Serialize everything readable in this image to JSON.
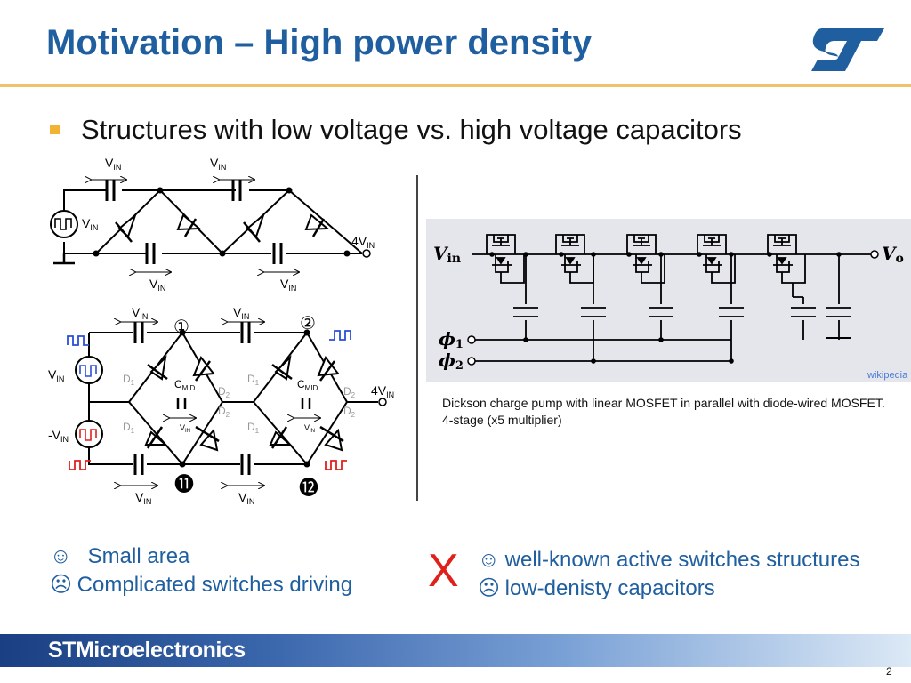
{
  "header": {
    "title": "Motivation – High power density",
    "logo_text": "ST"
  },
  "bullet": {
    "text": "Structures with low voltage vs. high voltage capacitors"
  },
  "circuit_top": {
    "cap_label": "V",
    "cap_sub": "IN",
    "source_label": "V",
    "source_sub": "IN",
    "output_label": "4V",
    "output_sub": "IN"
  },
  "circuit_bottom": {
    "cap_label": "V",
    "cap_sub": "IN",
    "node_1": "①",
    "node_2": "②",
    "node_11": "⓫",
    "node_12": "⓬",
    "src_pos_label": "V",
    "src_pos_sub": "IN",
    "src_neg_label": "-V",
    "src_neg_sub": "IN",
    "d1": "D",
    "d1_sub": "1",
    "d2": "D",
    "d2_sub": "2",
    "cmid": "C",
    "cmid_sub": "MID",
    "small_v": "V",
    "small_v_sub": "IN",
    "output_label": "4V",
    "output_sub": "IN"
  },
  "dickson": {
    "vin_label": "V",
    "vin_sub": "in",
    "vo_label": "V",
    "vo_sub": "o",
    "phi1": "ϕ",
    "phi1_sub": "1",
    "phi2": "ϕ",
    "phi2_sub": "2",
    "source": "wikipedia",
    "caption": "Dickson charge pump with linear MOSFET in parallel with diode-wired MOSFET. 4-stage (x5 multiplier)"
  },
  "pros_cons_left": {
    "pro": "Small area",
    "con": "Complicated switches driving"
  },
  "pros_cons_right": {
    "x_mark": "X",
    "pro": "well-known active switches structures",
    "con": "low-denisty capacitors"
  },
  "icons": {
    "smile": "☺",
    "frown": "☹"
  },
  "footer": {
    "company": "STMicroelectronics",
    "page": "2"
  },
  "colors": {
    "title": "#1f5fa0",
    "accent_rule": "#f0c36a",
    "bullet": "#f2b233",
    "x_mark": "#e0201b",
    "clock_blue": "#2a4fd8",
    "clock_red": "#e0201b"
  }
}
